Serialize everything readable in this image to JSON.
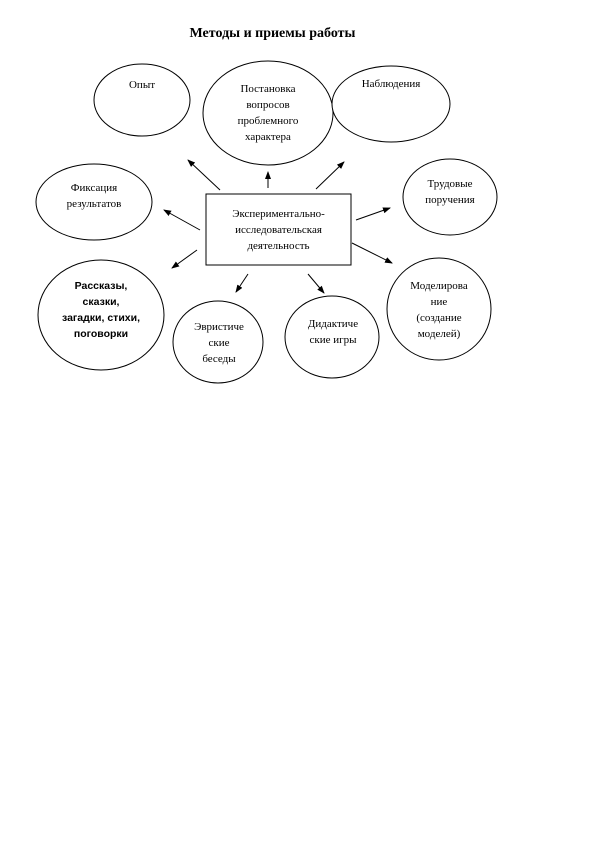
{
  "title": "Методы и приемы работы",
  "center": {
    "text": "Экспериментально-\nисследовательская\nдеятельность"
  },
  "nodes": [
    {
      "id": "opyt",
      "text": "Опыт"
    },
    {
      "id": "postanovka",
      "text": "Постановка\nвопросов\nпроблемного\nхарактера"
    },
    {
      "id": "nablyudeniya",
      "text": "Наблюдения"
    },
    {
      "id": "fiksaciya",
      "text": "Фиксация\nрезультатов"
    },
    {
      "id": "trudovye",
      "text": "Трудовые\nпоручения"
    },
    {
      "id": "rasskazy",
      "text": "Рассказы,\nсказки,\nзагадки, стихи,\nпоговорки"
    },
    {
      "id": "evristicheskie",
      "text": "Эвристиче\nские\nбеседы"
    },
    {
      "id": "didakticheskie",
      "text": "Дидактиче\nские игры"
    },
    {
      "id": "modelirovanie",
      "text": "Моделирова\nние\n(создание\nмоделей)"
    }
  ]
}
